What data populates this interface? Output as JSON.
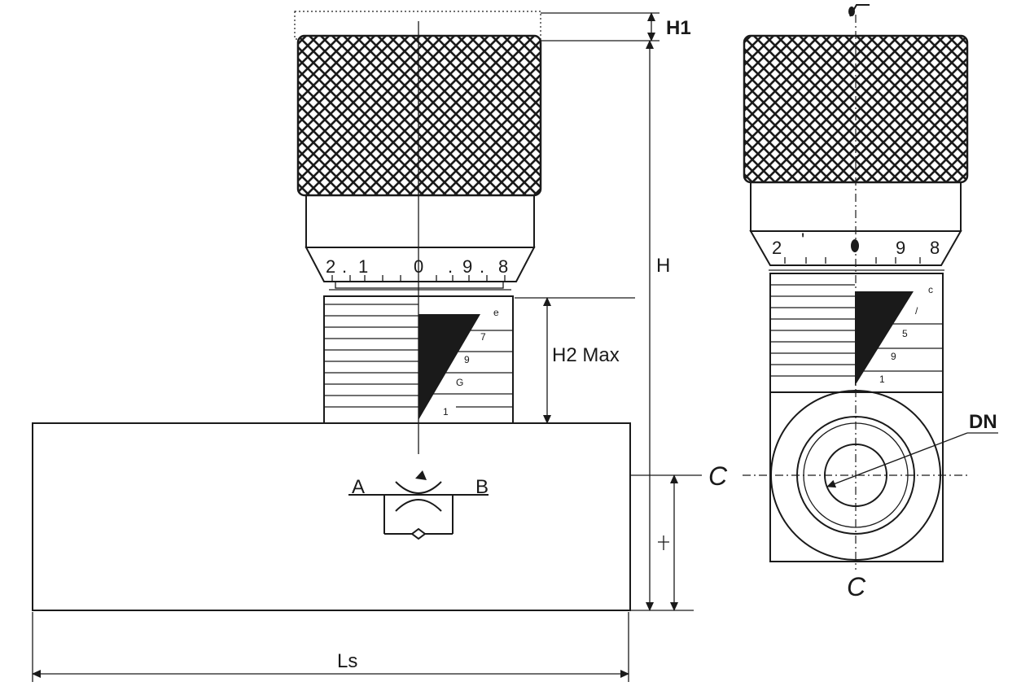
{
  "dimensions": {
    "h1": "H1",
    "h": "H",
    "h2_max": "H2 Max",
    "ls": "Ls",
    "dn": "DN"
  },
  "ports": {
    "a": "A",
    "b": "B"
  },
  "side_view": {
    "section_marker_top": "C",
    "section_marker_bottom": "C"
  },
  "colors": {
    "line": "#1a1a1a",
    "background": "#ffffff"
  }
}
